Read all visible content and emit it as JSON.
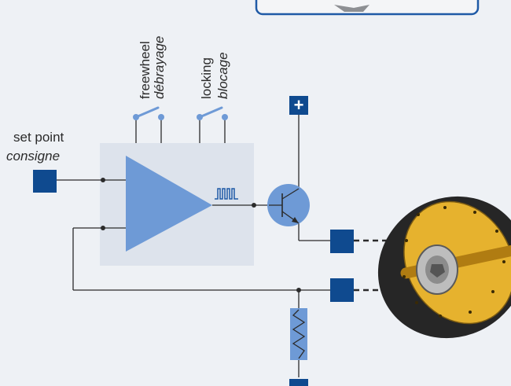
{
  "setpoint": {
    "label": "set point",
    "label_fr": "consigne"
  },
  "freewheel": {
    "label": "freewheel",
    "label_fr": "débrayage"
  },
  "locking": {
    "label": "locking",
    "label_fr": "blocage"
  },
  "supply": {
    "symbol": "+"
  },
  "colors": {
    "wire": "#2b2b2b",
    "terminal": "#0f4a8f",
    "component": "#6e9ad6",
    "panel": "#dde3ec",
    "wheel_rim": "#2a2a2a",
    "wheel_face": "#e6b22e"
  },
  "icons": {
    "amplifier": "triangle-amplifier-icon",
    "pwm": "pwm-square-wave-icon",
    "transistor": "npn-transistor-icon",
    "resistor": "resistor-icon",
    "motor": "hub-motor-wheel-icon",
    "switch": "switch-icon"
  }
}
